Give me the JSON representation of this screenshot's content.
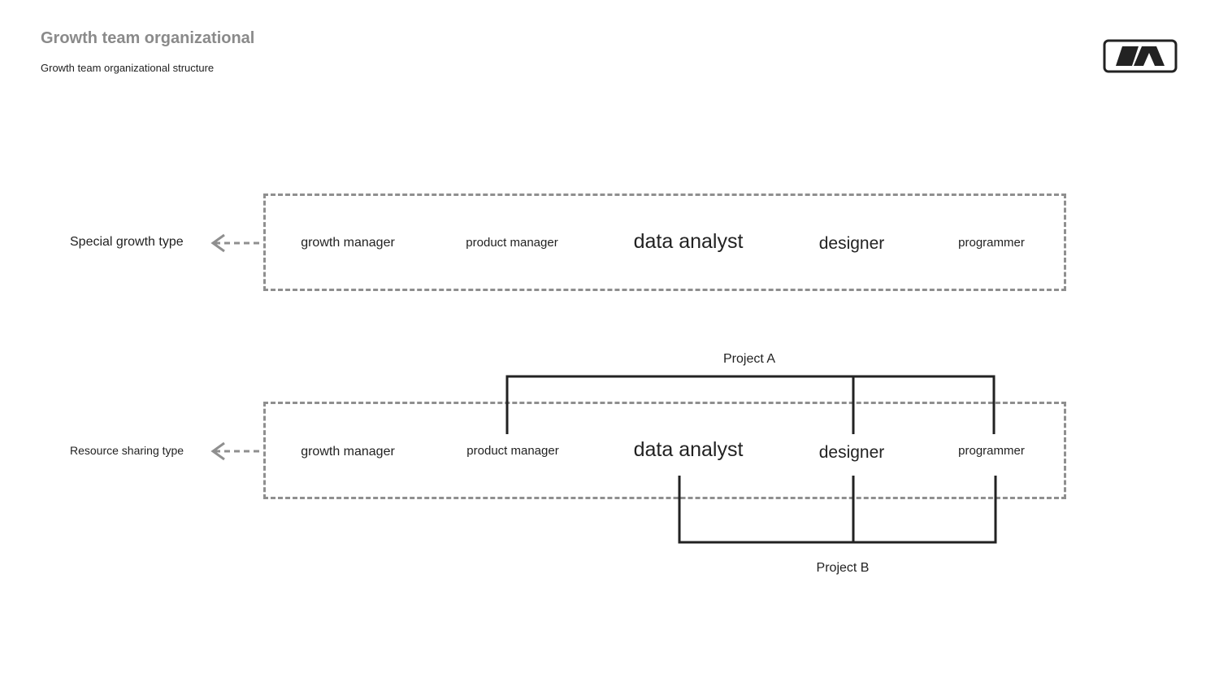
{
  "header": {
    "title": "Growth team organizational",
    "subtitle": "Growth team organizational structure",
    "logo_icon": "logo-icon"
  },
  "rows": [
    {
      "type_label": "Special growth type",
      "roles": [
        "growth manager",
        "product manager",
        "data analyst",
        "designer",
        "programmer"
      ]
    },
    {
      "type_label": "Resource sharing type",
      "roles": [
        "growth manager",
        "product manager",
        "data analyst",
        "designer",
        "programmer"
      ]
    }
  ],
  "projects": {
    "a_label": "Project A",
    "b_label": "Project B"
  },
  "colors": {
    "dash": "#8f8f8f",
    "line": "#222222",
    "title": "#8a8a8a"
  }
}
